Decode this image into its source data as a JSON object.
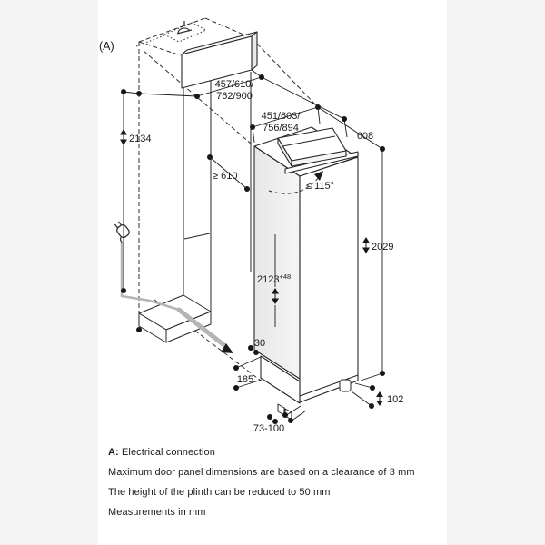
{
  "page": {
    "bg": "#f4f4f4",
    "card_bg": "#ffffff",
    "line_color": "#222222",
    "cable_color": "#b5b5b5"
  },
  "diagram": {
    "connection_label": "(A)",
    "dim_niche_height": "2134",
    "dim_panel_width_line1": "457/610/",
    "dim_panel_width_line2": "762/900",
    "dim_door_width_line1": "451/603/",
    "dim_door_width_line2": "756/894",
    "dim_depth": "608",
    "dim_niche_depth": "≥ 610",
    "dim_door_angle": "≤ 115°",
    "dim_appliance_height": "2029",
    "dim_install_height": "2123",
    "dim_install_height_tolerance": "+48",
    "dim_setback": "30",
    "dim_plinth_recess": "185",
    "dim_plinth_range": "73-100",
    "dim_foot_height": "102"
  },
  "footer": {
    "note_a_prefix": "A:",
    "note_a": "Electrical connection",
    "note_clearance": "Maximum door panel dimensions are based on a clearance of 3 mm",
    "note_plinth": "The height of the plinth can be reduced to 50 mm",
    "note_units": "Measurements in mm"
  }
}
